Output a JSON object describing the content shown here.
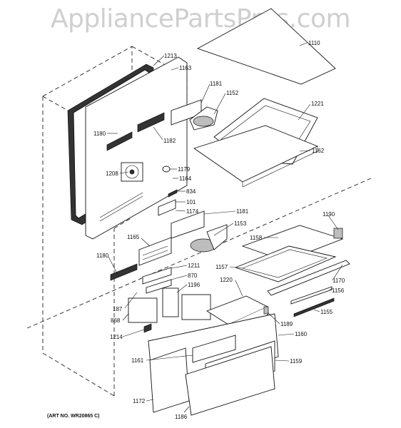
{
  "watermark": "AppliancePartsPros.com",
  "art_number": "(ART NO. WR20865 C)",
  "labels": [
    {
      "id": "1213",
      "text": "1213"
    },
    {
      "id": "1163",
      "text": "1163"
    },
    {
      "id": "1110",
      "text": "1110"
    },
    {
      "id": "1181a",
      "text": "1181"
    },
    {
      "id": "1152",
      "text": "1152"
    },
    {
      "id": "1221",
      "text": "1221"
    },
    {
      "id": "1180a",
      "text": "1180"
    },
    {
      "id": "1182",
      "text": "1182"
    },
    {
      "id": "1162",
      "text": "1162"
    },
    {
      "id": "1208",
      "text": "1208"
    },
    {
      "id": "1179",
      "text": "1179"
    },
    {
      "id": "1164",
      "text": "1164"
    },
    {
      "id": "834",
      "text": "834"
    },
    {
      "id": "101",
      "text": "101"
    },
    {
      "id": "1174",
      "text": "1174"
    },
    {
      "id": "1181b",
      "text": "1181"
    },
    {
      "id": "1190",
      "text": "1190"
    },
    {
      "id": "1165",
      "text": "1165"
    },
    {
      "id": "1153",
      "text": "1153"
    },
    {
      "id": "1158",
      "text": "1158"
    },
    {
      "id": "1180b",
      "text": "1180"
    },
    {
      "id": "1211",
      "text": "1211"
    },
    {
      "id": "870",
      "text": "870"
    },
    {
      "id": "1157",
      "text": "1157"
    },
    {
      "id": "1220",
      "text": "1220"
    },
    {
      "id": "1170",
      "text": "1170"
    },
    {
      "id": "1196",
      "text": "1196"
    },
    {
      "id": "1156",
      "text": "1156"
    },
    {
      "id": "187",
      "text": "187"
    },
    {
      "id": "868",
      "text": "868"
    },
    {
      "id": "1155",
      "text": "1155"
    },
    {
      "id": "1189",
      "text": "1189"
    },
    {
      "id": "1214",
      "text": "1214"
    },
    {
      "id": "1160",
      "text": "1160"
    },
    {
      "id": "1161",
      "text": "1161"
    },
    {
      "id": "1159",
      "text": "1159"
    },
    {
      "id": "1172",
      "text": "1172"
    },
    {
      "id": "1186",
      "text": "1186"
    }
  ]
}
